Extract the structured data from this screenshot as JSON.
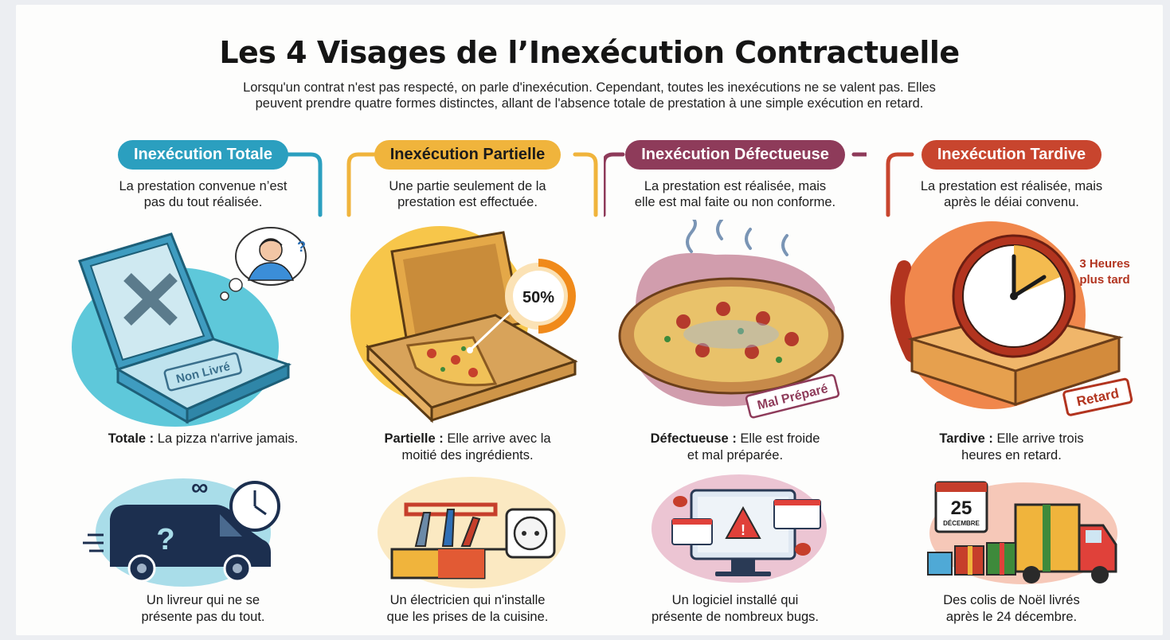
{
  "title": "Les 4 Visages de l’Inexécution Contractuelle",
  "intro": {
    "line1": "Lorsqu'un contrat n'est pas respecté, on parle d'inexécution. Cependant, toutes les inexécutions ne se valent pas. Elles",
    "line2": "peuvent prendre quatre formes distinctes, allant de l'absence totale de prestation à une simple exécution en retard."
  },
  "colors": {
    "totale": "#2b9fbf",
    "partielle": "#f0b43c",
    "defectueuse": "#8e3b5a",
    "tardive": "#c8452e"
  },
  "columns": [
    {
      "label": "Inexécution Totale",
      "desc1": "La prestation convenue n’est",
      "desc2": "pas du tout réalisée.",
      "stamp": "Non Livré",
      "example_bold": "Totale :",
      "example_text": "La pizza n'arrive jamais.",
      "example_line2": "",
      "example2_line1": "Un livreur qui ne se",
      "example2_line2": "présente pas du tout.",
      "icon": "van-question-icon"
    },
    {
      "label": "Inexécution Partielle",
      "desc1": "Une partie seulement de la",
      "desc2": "prestation est effectuée.",
      "badge": "50%",
      "example_bold": "Partielle :",
      "example_text": "Elle arrive avec la",
      "example_line2": "moitié des ingrédients.",
      "example2_line1": "Un électricien qui n'installe",
      "example2_line2": "que les prises de la cuisine.",
      "icon": "toolbox-icon"
    },
    {
      "label": "Inexécution Défectueuse",
      "desc1": "La prestation est réalisée, mais",
      "desc2": "elle est mal faite ou non conforme.",
      "stamp": "Mal Préparé",
      "example_bold": "Défectueuse :",
      "example_text": "Elle est froide",
      "example_line2": "et mal préparée.",
      "example2_line1": "Un logiciel installé qui",
      "example2_line2": "présente de nombreux bugs.",
      "icon": "computer-bug-icon"
    },
    {
      "label": "Inexécution Tardive",
      "desc1": "La prestation est réalisée, mais",
      "desc2": "après le déiai convenu.",
      "clock_label1": "3 Heures",
      "clock_label2": "plus tard",
      "stamp": "Retard",
      "example_bold": "Tardive :",
      "example_text": "Elle arrive trois",
      "example_line2": "heures en retard.",
      "calendar_day": "25",
      "calendar_month": "DÉCEMBRE",
      "example2_line1": "Des colis de Noël livrés",
      "example2_line2": "après le 24 décembre.",
      "icon": "gift-truck-icon"
    }
  ]
}
